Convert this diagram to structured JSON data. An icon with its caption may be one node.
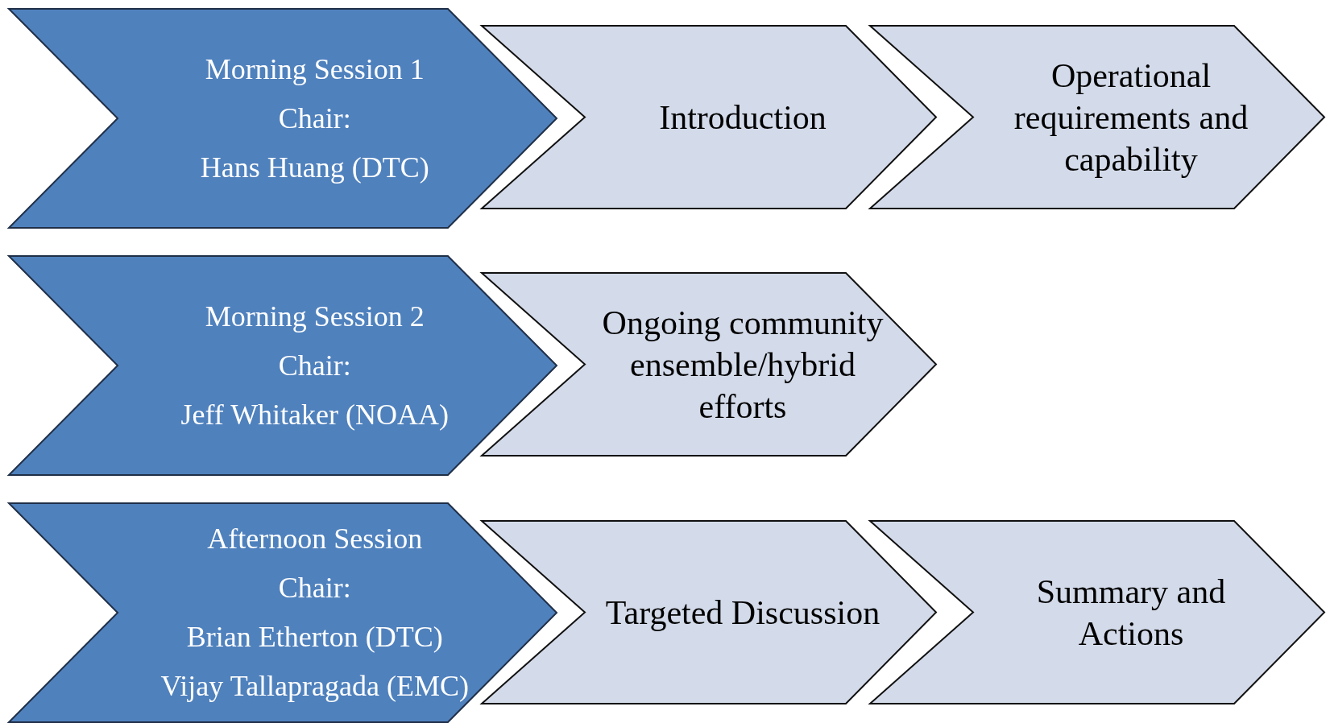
{
  "diagram": {
    "nodes": [
      {
        "text": [
          "Morning Session 1",
          "Chair:",
          "Hans Huang (DTC)"
        ]
      },
      {
        "text": [
          "Introduction"
        ]
      },
      {
        "text": [
          "Operational requirements and capability"
        ]
      },
      {
        "text": [
          "Morning Session 2",
          "Chair:",
          "Jeff Whitaker (NOAA)"
        ]
      },
      {
        "text": [
          "Ongoing community ensemble/hybrid efforts"
        ]
      },
      {
        "text": [
          "Afternoon Session",
          "Chair:",
          "Brian Etherton (DTC)",
          "Vijay Tallapragada (EMC)"
        ]
      },
      {
        "text": [
          "Targeted Discussion"
        ]
      },
      {
        "text": [
          "Summary and Actions"
        ]
      }
    ]
  }
}
